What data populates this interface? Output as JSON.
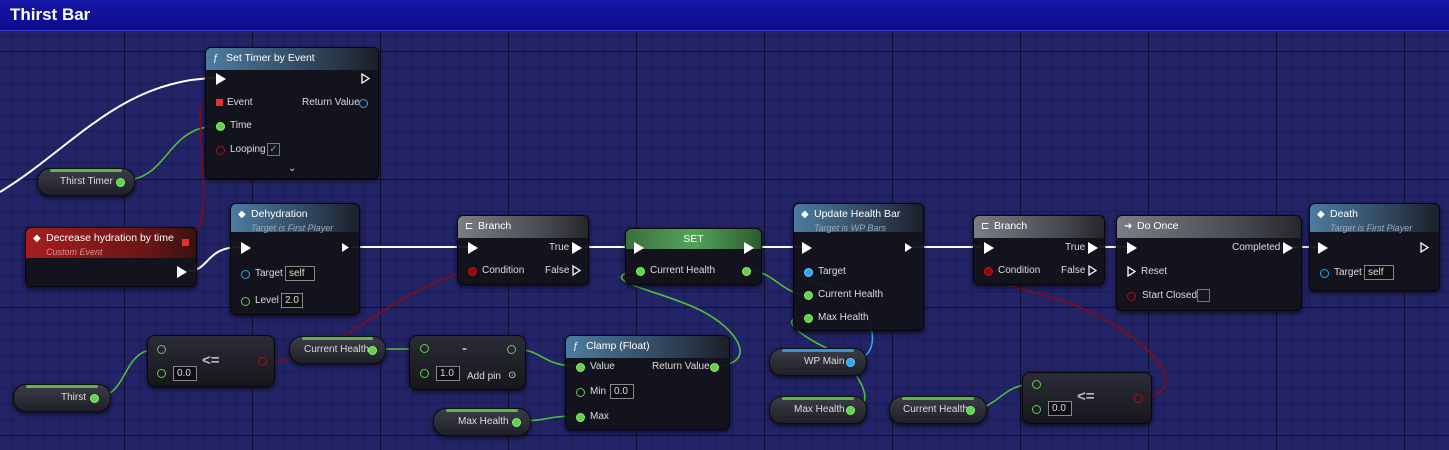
{
  "window": {
    "title": "Thirst Bar"
  },
  "nodes": {
    "set_timer": {
      "title": "Set Timer by Event",
      "event": "Event",
      "time": "Time",
      "looping": "Looping",
      "return_value": "Return Value",
      "looping_checked": true
    },
    "thirst_timer": {
      "label": "Thirst Timer"
    },
    "decrease": {
      "title": "Decrease hydration by time",
      "subtitle": "Custom Event"
    },
    "dehydration": {
      "title": "Dehydration",
      "subtitle": "Target is First Player",
      "target": "Target",
      "target_value": "self",
      "level": "Level",
      "level_value": "2.0"
    },
    "branch1": {
      "title": "Branch",
      "true": "True",
      "false": "False",
      "condition": "Condition"
    },
    "set": {
      "title": "SET",
      "current_health": "Current Health"
    },
    "update_health_bar": {
      "title": "Update Health Bar",
      "subtitle": "Target is WP Bars",
      "target": "Target",
      "current_health": "Current Health",
      "max_health": "Max Health"
    },
    "branch2": {
      "title": "Branch",
      "true": "True",
      "false": "False",
      "condition": "Condition"
    },
    "do_once": {
      "title": "Do Once",
      "completed": "Completed",
      "reset": "Reset",
      "start_closed": "Start Closed"
    },
    "death": {
      "title": "Death",
      "subtitle": "Target is First Player",
      "target": "Target",
      "target_value": "self"
    },
    "lte1": {
      "op": "<=",
      "value": "0.0"
    },
    "thirst": {
      "label": "Thirst"
    },
    "current_health_var1": {
      "label": "Current Health"
    },
    "subtract": {
      "op": "-",
      "value": "1.0",
      "add_pin": "Add pin"
    },
    "clamp": {
      "title": "Clamp (Float)",
      "value": "Value",
      "min": "Min",
      "min_value": "0.0",
      "max": "Max",
      "return_value": "Return Value"
    },
    "max_health_var1": {
      "label": "Max Health"
    },
    "wp_main": {
      "label": "WP Main"
    },
    "max_health_var2": {
      "label": "Max Health"
    },
    "current_health_var2": {
      "label": "Current Health"
    },
    "lte2": {
      "op": "<=",
      "value": "0.0"
    }
  },
  "colors": {
    "exec": "#ffffff",
    "float": "#5fd14a",
    "bool": "#8a0d0d",
    "object": "#2fa6f4",
    "title_bar": "#1010a0"
  }
}
